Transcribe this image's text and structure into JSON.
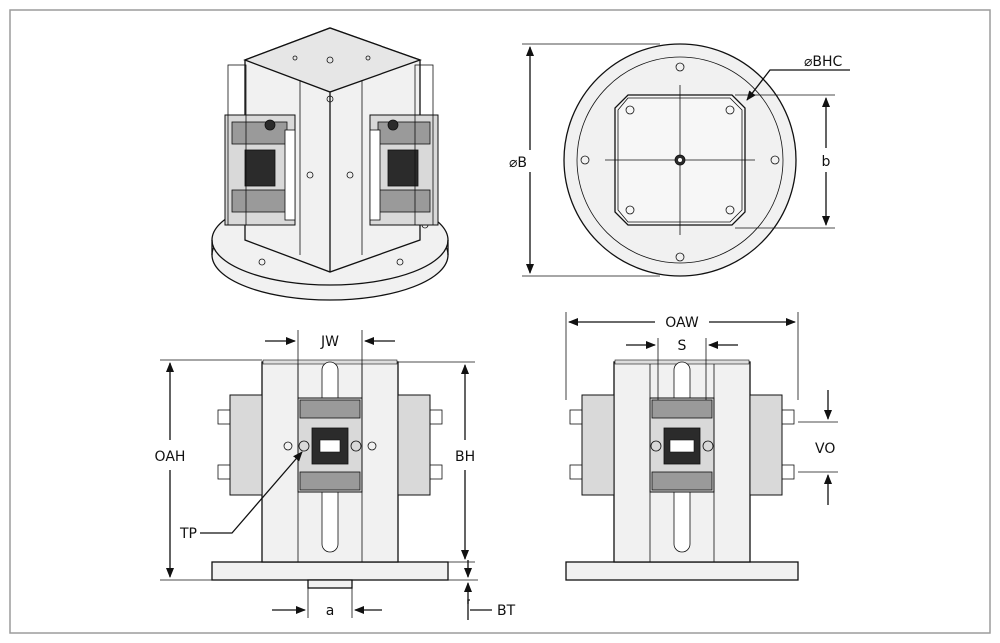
{
  "labels": {
    "bhc": "⌀BHC",
    "b_dia": "⌀B",
    "b_small": "b",
    "jw": "JW",
    "oah": "OAH",
    "bh": "BH",
    "tp": "TP",
    "a_small": "a",
    "bt": "BT",
    "oaw": "OAW",
    "s": "S",
    "vo": "VO"
  },
  "colors": {
    "line": "#111111",
    "body_fill": "#f1f1f1",
    "dark_fill": "#2b2b2b",
    "frame": "#9c9c9c"
  }
}
